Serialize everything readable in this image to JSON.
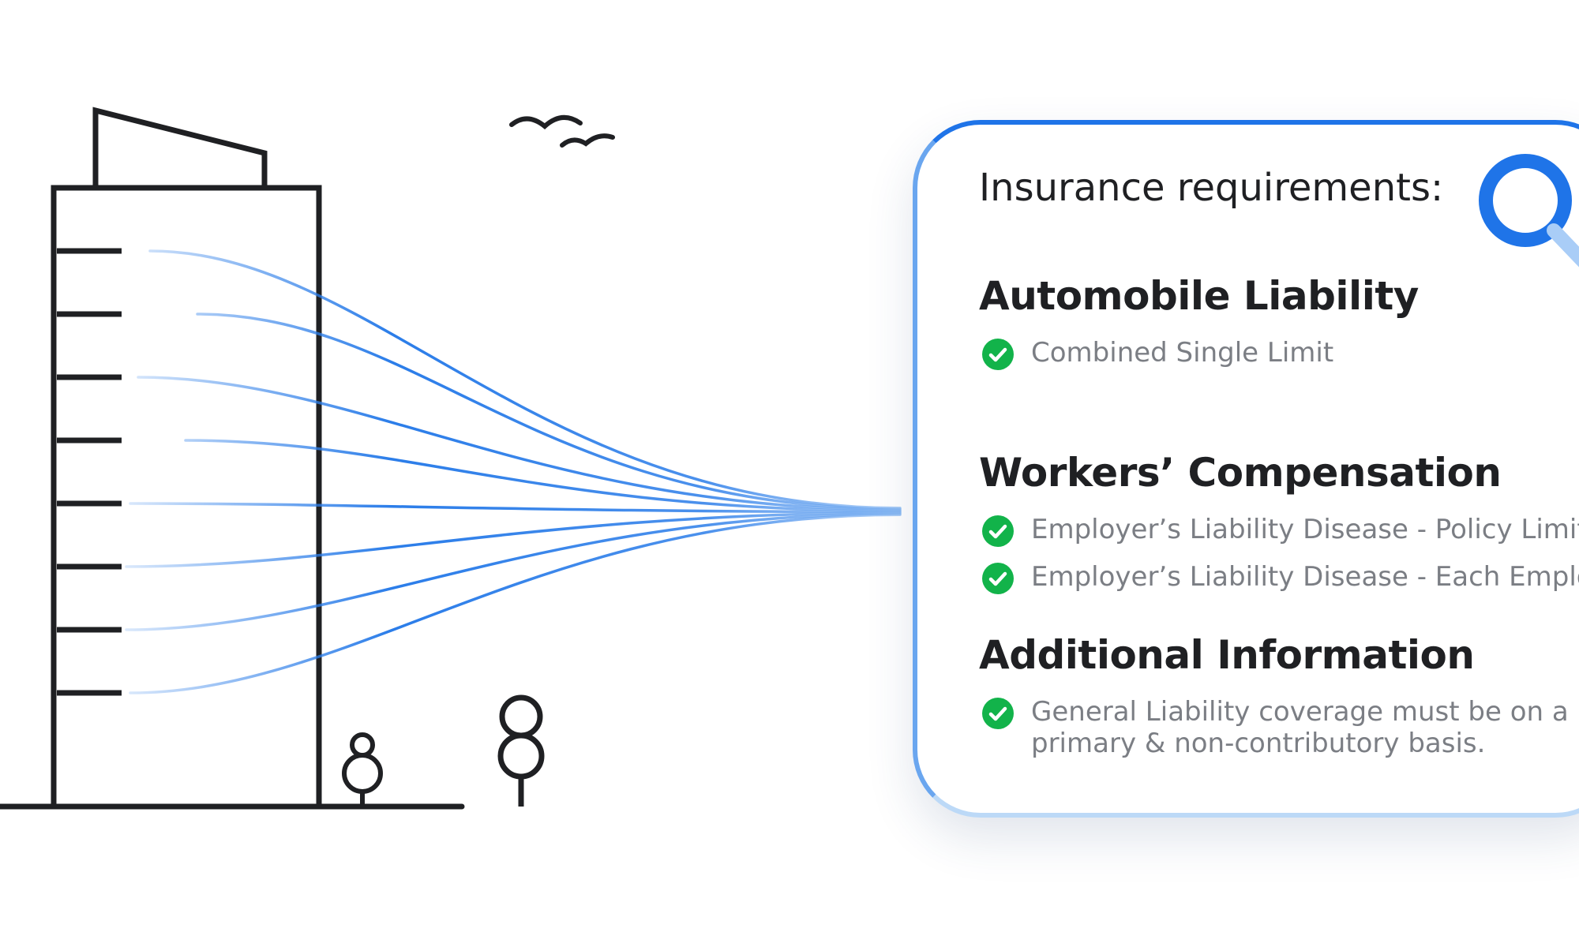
{
  "card": {
    "title": "Insurance requirements:",
    "sections": [
      {
        "title": "Automobile Liability",
        "items": [
          "Combined Single Limit"
        ]
      },
      {
        "title": "Workers’ Compensation",
        "items": [
          "Employer’s Liability Disease - Policy Limit",
          "Employer’s Liability Disease - Each Employee"
        ]
      },
      {
        "title": "Additional Information",
        "items": [
          "General Liability coverage must be on a primary & non-contributory basis."
        ]
      }
    ]
  },
  "icons": {
    "check": "check-circle-icon",
    "magnifier": "magnifier-icon"
  },
  "colors": {
    "accent_blue": "#1f74e8",
    "check_green": "#12b34a",
    "line_art": "#1f2023",
    "muted_text": "#7b7e84"
  }
}
